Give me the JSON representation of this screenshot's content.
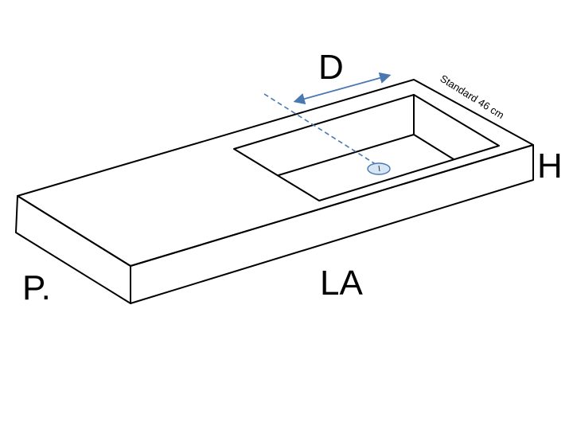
{
  "labels": {
    "depth_top": "D",
    "standard_depth": "Standard 46 cm",
    "height": "H",
    "length": "LA",
    "depth_front": "P."
  },
  "colors": {
    "outline": "#000000",
    "dimension_arrow": "#4a78b0",
    "drain_line": "#4a78b0",
    "drain_fill": "#d6e6f5"
  },
  "icons": {
    "drain": "drain-icon",
    "arrow": "double-arrow-icon"
  }
}
